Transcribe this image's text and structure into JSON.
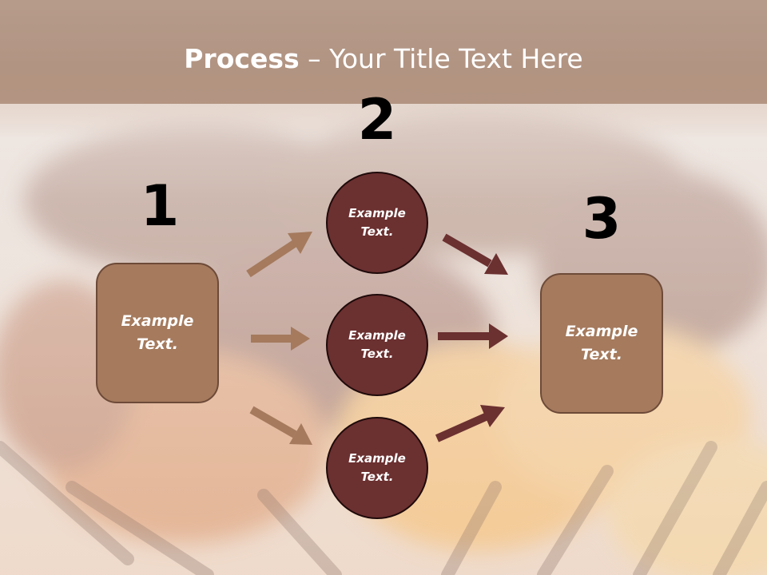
{
  "title": {
    "bold": "Process",
    "rest": " – Your Title Text Here"
  },
  "steps": [
    {
      "number": "1",
      "text": "Example Text."
    },
    {
      "number": "2",
      "items": [
        "Example Text.",
        "Example Text.",
        "Example Text."
      ]
    },
    {
      "number": "3",
      "text": "Example Text."
    }
  ],
  "colors": {
    "box": "#a57a5d",
    "circle": "#6b3030",
    "arrow_light": "#a57a5d",
    "arrow_dark": "#6b3030"
  }
}
